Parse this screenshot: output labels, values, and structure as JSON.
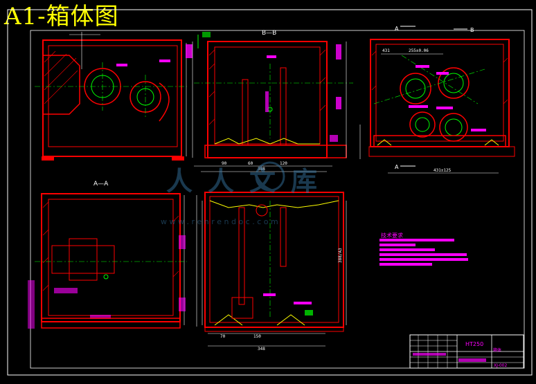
{
  "title": "A1-箱体图",
  "views": {
    "section_bb": "B—B",
    "section_aa": "A—A",
    "arrow_a": "A",
    "arrow_b": "B"
  },
  "notes_heading": "技术要求",
  "dimensions": {
    "d_90": "90",
    "d_60": "60",
    "d_120": "120",
    "d_388": "388",
    "d_70": "70",
    "d_150": "150",
    "d_348": "348",
    "d_431": "431",
    "d_255": "255±0.06",
    "d_431b": "431±125",
    "d_388b": "388/A3"
  },
  "title_block": {
    "material": "HT250",
    "drawing_no": "XJ-002",
    "name": "箱体"
  },
  "watermark": {
    "cn": "人人文库",
    "url": "w w w . r e n r e n d o c . c o m"
  },
  "colors": {
    "background": "#000000",
    "outline": "#ff0000",
    "dimension": "#ffffff",
    "annotation": "#ff00ff",
    "centerline": "#00ff00",
    "title": "#ffff00"
  }
}
